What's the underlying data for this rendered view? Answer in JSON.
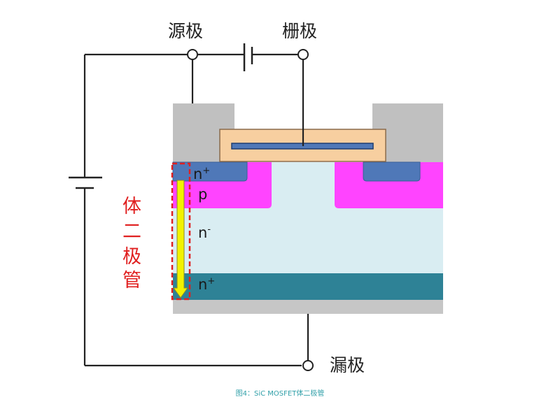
{
  "terminals": {
    "source": "源极",
    "gate": "栅极",
    "drain": "漏极"
  },
  "layers": {
    "n_plus_top": {
      "base": "n",
      "sup": "+"
    },
    "p": {
      "base": "p"
    },
    "n_minus": {
      "base": "n",
      "sup": "-"
    },
    "n_plus_bottom": {
      "base": "n",
      "sup": "+"
    }
  },
  "body_diode_label": [
    "体",
    "二",
    "极",
    "管"
  ],
  "caption": "图4：SiC MOSFET体二极管",
  "colors": {
    "metal": "#c0c0c0",
    "gate_oxide": "#f7cfa0",
    "gate_electrode": "#4f78b8",
    "n_plus_source": "#4f78b8",
    "p_well": "#ff44ff",
    "n_minus_drift": "#d9edf2",
    "n_plus_substrate": "#2e8296",
    "drain_metal": "#c6c6c6",
    "diode_outline": "#e02020",
    "diode_arrow": "#f2f200",
    "wire": "#222222"
  }
}
